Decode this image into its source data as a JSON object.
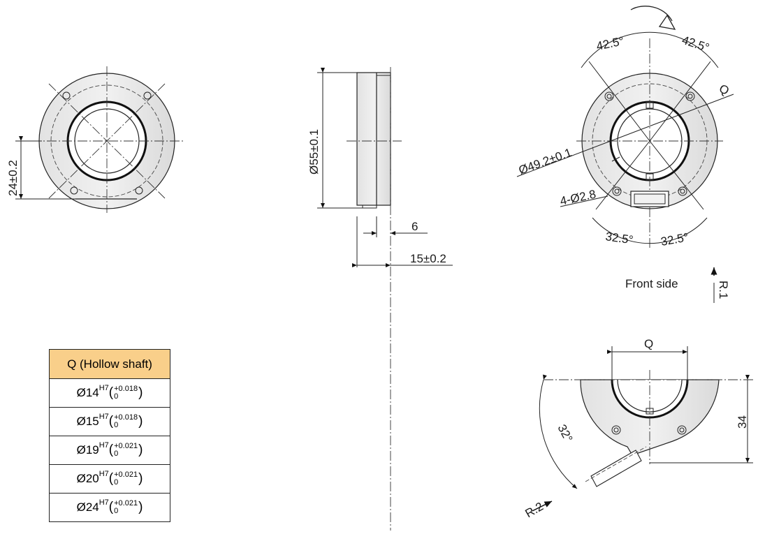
{
  "labels": {
    "offset_24": "24±0.2",
    "dia_55": "Ø55±0.1",
    "dim_6": "6",
    "dim_15": "15±0.2",
    "angle_top_left": "42.5°",
    "angle_top_right": "42.5°",
    "q_front": "Q",
    "dia_49": "Ø49.2±0.1",
    "holes": "4-Ø2.8",
    "angle_bottom_left": "32.5°",
    "angle_bottom_right": "32.5°",
    "front_side": "Front side",
    "r1": "R.1",
    "q_section": "Q",
    "dim_34": "34",
    "angle_32": "32°",
    "r2": "R.2"
  },
  "table": {
    "header": "Q (Hollow shaft)",
    "rows": [
      {
        "dia": "Ø14",
        "fit": "H7",
        "upper": "+0.018",
        "lower": "0"
      },
      {
        "dia": "Ø15",
        "fit": "H7",
        "upper": "+0.018",
        "lower": "0"
      },
      {
        "dia": "Ø19",
        "fit": "H7",
        "upper": "+0.021",
        "lower": "0"
      },
      {
        "dia": "Ø20",
        "fit": "H7",
        "upper": "+0.021",
        "lower": "0"
      },
      {
        "dia": "Ø24",
        "fit": "H7",
        "upper": "+0.021",
        "lower": "0"
      }
    ]
  },
  "colors": {
    "table_header": "#f9cf8a",
    "line": "#222222"
  }
}
